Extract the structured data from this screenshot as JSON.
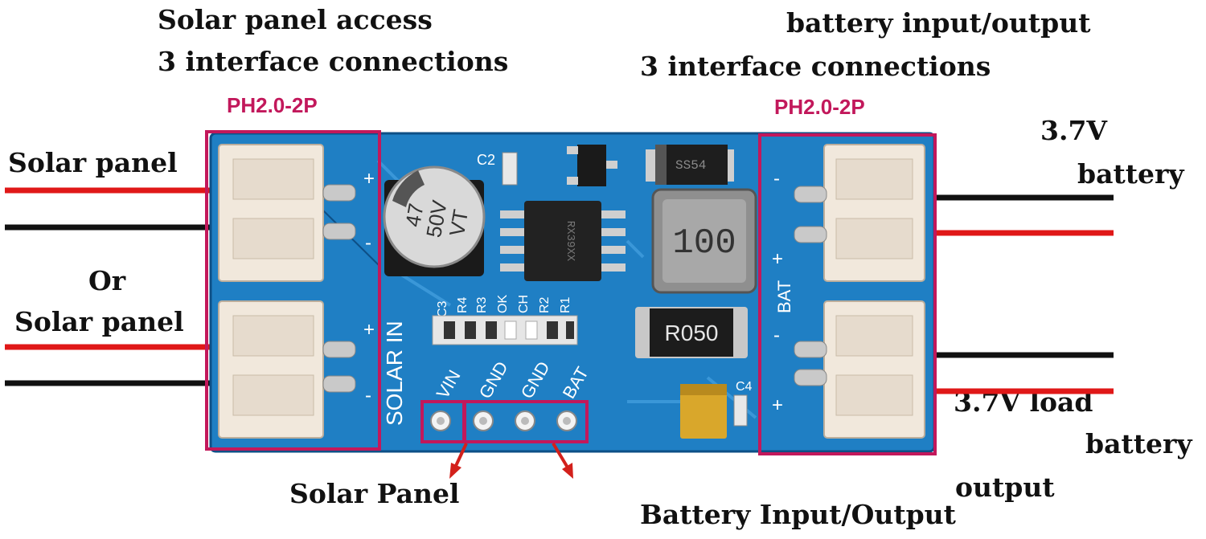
{
  "top_left": {
    "line1": "Solar panel access",
    "line2": "3 interface connections",
    "connector": "PH2.0-2P"
  },
  "top_right": {
    "line1": "battery input/output",
    "line2": "3 interface connections",
    "connector": "PH2.0-2P"
  },
  "left_labels": {
    "solar_panel_1": "Solar panel",
    "or": "Or",
    "solar_panel_2": "Solar panel"
  },
  "right_labels": {
    "voltage_top": "3.7V",
    "battery_top": "battery",
    "load_line1": "3.7V load",
    "load_line2": "battery",
    "load_line3": "output"
  },
  "bottom_labels": {
    "solar": "Solar Panel",
    "battery": "Battery Input/Output"
  },
  "board": {
    "capacitor_lines": [
      "47",
      "50V",
      "VT"
    ],
    "c2": "C2",
    "c3": "C3",
    "c4": "C4",
    "inductor": "100",
    "resistor": "R050",
    "diode": "SS54",
    "ic": "RX39XX",
    "solar_in": "SOLAR IN",
    "bat": "BAT",
    "pin_labels": [
      "VIN",
      "GND",
      "GND",
      "BAT"
    ],
    "small_labels": [
      "R4",
      "R3",
      "OK",
      "CH",
      "R2",
      "R1"
    ],
    "left_signs": [
      "+",
      "-",
      "+",
      "-"
    ],
    "right_signs": [
      "-",
      "+",
      "-",
      "+"
    ]
  },
  "colors": {
    "pcb": "#1f7fc4",
    "highlight": "#c2185b",
    "wire_red": "#e01818",
    "wire_black": "#111111",
    "connector": "#f1e8dc"
  }
}
